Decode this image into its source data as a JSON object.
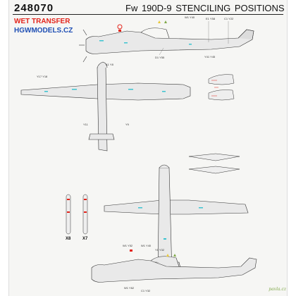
{
  "header": {
    "code": "248070",
    "title": "Fw 190D-9   STENCILING POSITIONS",
    "tag_red": "WET TRANSFER",
    "tag_blue": "HGWMODELS.CZ",
    "footer_brand": "pavla.cz"
  },
  "colors": {
    "ink": "#222222",
    "red": "#e3241b",
    "blue": "#1f4fb4",
    "cyan": "#3cc3d0",
    "green": "#7fa848",
    "yellow": "#e8c83a"
  },
  "labels": {
    "side_upper": [
      "E1 Y58",
      "C1 Y22",
      "W1 Y40",
      "Y41 Y45",
      "D1 Y55"
    ],
    "plan_upper": [
      "K1 Y8",
      "Y17 Y18",
      "Y11",
      "Y9"
    ],
    "prop_left": [
      "X8",
      "X7"
    ],
    "side_lower": [
      "W1 Y52",
      "W1 Y40",
      "Y1 Y32",
      "W1 Y62",
      "C1 Y32"
    ]
  },
  "icons": [
    "red-circle-marking-icon",
    "yellow-triangle-marking-icon",
    "green-marking-icon"
  ]
}
